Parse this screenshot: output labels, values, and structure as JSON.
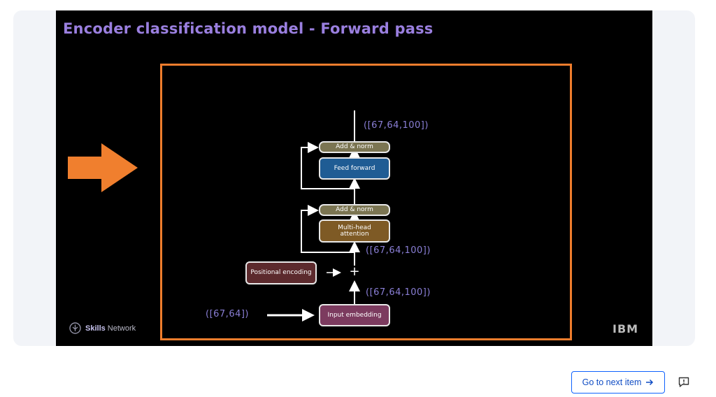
{
  "slide": {
    "title": "Encoder classification model - Forward pass",
    "brand_bold": "Skills",
    "brand_rest": " Network",
    "corner_logo": "IBM"
  },
  "diagram": {
    "add_norm_top": "Add & norm",
    "feed_forward": "Feed forward",
    "add_norm_bottom": "Add & norm",
    "multi_head_line1": "Multi-head",
    "multi_head_line2": "attention",
    "positional_encoding": "Positional encoding",
    "input_embedding": "Input embedding",
    "shape_out": "([67,64,100])",
    "shape_mha_in": "([67,64,100])",
    "shape_emb_out": "([67,64,100])",
    "shape_input": "([67,64])",
    "plus": "+"
  },
  "footer": {
    "next_label": "Go to next item",
    "next_icon": "arrow-right-icon",
    "feedback_icon": "flag-comment-icon"
  },
  "colors": {
    "title": "#9a7fdf",
    "frame": "#ef7d2d",
    "accent_button": "#0f62fe"
  }
}
